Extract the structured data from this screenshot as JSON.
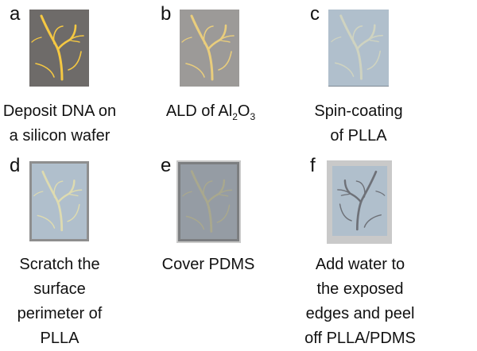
{
  "panels": [
    {
      "letter": "a",
      "caption": [
        "Deposit DNA on",
        "a silicon wafer"
      ],
      "colors": {
        "substrate": "#6e6b69",
        "dna": "#f5c842"
      }
    },
    {
      "letter": "b",
      "caption_parts": {
        "pre": "ALD of Al",
        "sub1": "2",
        "mid": "O",
        "sub2": "3"
      },
      "colors": {
        "substrate": "#9c9a98",
        "dna": "#e9cd7c"
      }
    },
    {
      "letter": "c",
      "caption": [
        "Spin-coating",
        "of PLLA"
      ],
      "colors": {
        "substrate": "#b0bfcc",
        "dna": "#cfd3c0"
      }
    },
    {
      "letter": "d",
      "caption": [
        "Scratch the",
        "surface",
        "perimeter of",
        "PLLA"
      ],
      "colors": {
        "substrate": "#b0bfcc",
        "border": "#8e8e8e",
        "dna": "#dedbb0"
      }
    },
    {
      "letter": "e",
      "caption": [
        "Cover PDMS"
      ],
      "colors": {
        "outer": "#c9c9c9",
        "border": "#7c7e80",
        "substrate": "#959ca4",
        "dna": "#a9a88e"
      }
    },
    {
      "letter": "f",
      "caption": [
        "Add water to",
        "the exposed",
        "edges and peel",
        "off PLLA/PDMS"
      ],
      "colors": {
        "outer": "#c9c9c9",
        "substrate": "#b0bfcc",
        "dna": "#6e7178"
      }
    }
  ]
}
